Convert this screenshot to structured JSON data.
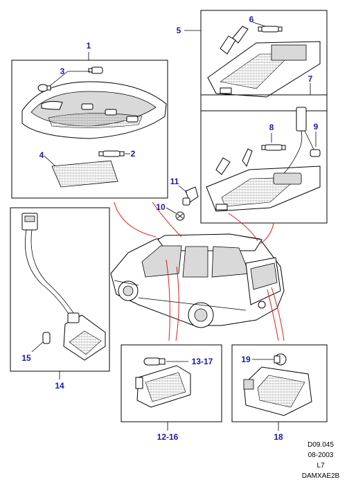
{
  "callouts": {
    "c1": "1",
    "c2": "2",
    "c3": "3",
    "c4": "4",
    "c5": "5",
    "c6": "6",
    "c7": "7",
    "c8": "8",
    "c9": "9",
    "c10": "10",
    "c11": "11",
    "c12": "12-16",
    "c13": "13-17",
    "c14": "14",
    "c15": "15",
    "c18": "18",
    "c19": "19"
  },
  "reference": {
    "code": "D09.045",
    "date": "08-2003",
    "model": "L7",
    "id": "DAMXAE2B"
  },
  "colors": {
    "callout": "#1a1aa6",
    "leader": "#d81e1e",
    "line": "#000000"
  }
}
